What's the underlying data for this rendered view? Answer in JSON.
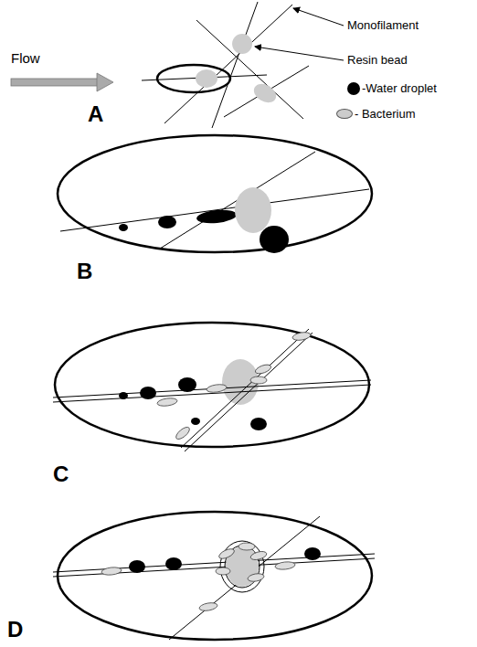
{
  "diagram": {
    "labels": [
      "Flow",
      "Monofilament",
      "Resin bead",
      "A",
      "B",
      "C",
      "D"
    ],
    "legend": [
      {
        "text": "-Water droplet",
        "color": "#000000"
      },
      {
        "text": "- Bacterium",
        "color": "#cccccc"
      }
    ]
  }
}
